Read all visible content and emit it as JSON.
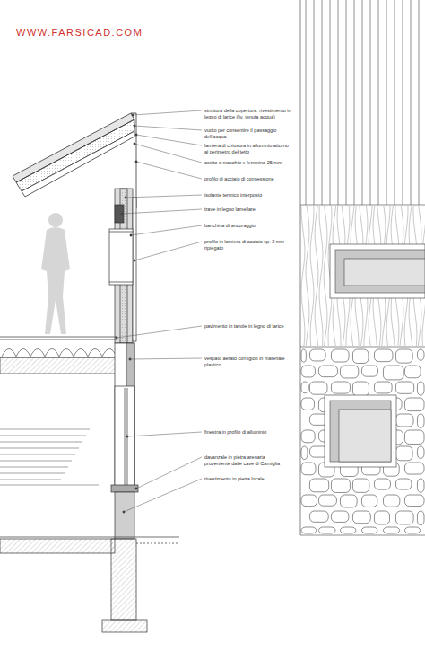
{
  "diagram": {
    "labels": [
      "WWW.FARSICAD.COM",
      "struttura della copertura: rivestimento in legno di larice (liv. tenuta acqua)",
      "vuoto per consentire il passaggio dell'acqua",
      "lamiera di chiusura in alluminio attorno al perimetro del tetto",
      "assito a maschio e femmina 25 mm",
      "profilo di acciaio di connessione",
      "isolante termico interposto",
      "trave in legno lamellare",
      "banchina di ancoraggio",
      "profilo in lamiera di acciaio sp. 2 mm ripiegato",
      "pavimento in tavole in legno di larice",
      "vespaio aerato con igloo in materiale plastico",
      "finestra in profilo di alluminio",
      "davanzale in pietra arenaria proveniente dalle cave di Carniglia",
      "rivestimento in pietra locale"
    ]
  }
}
